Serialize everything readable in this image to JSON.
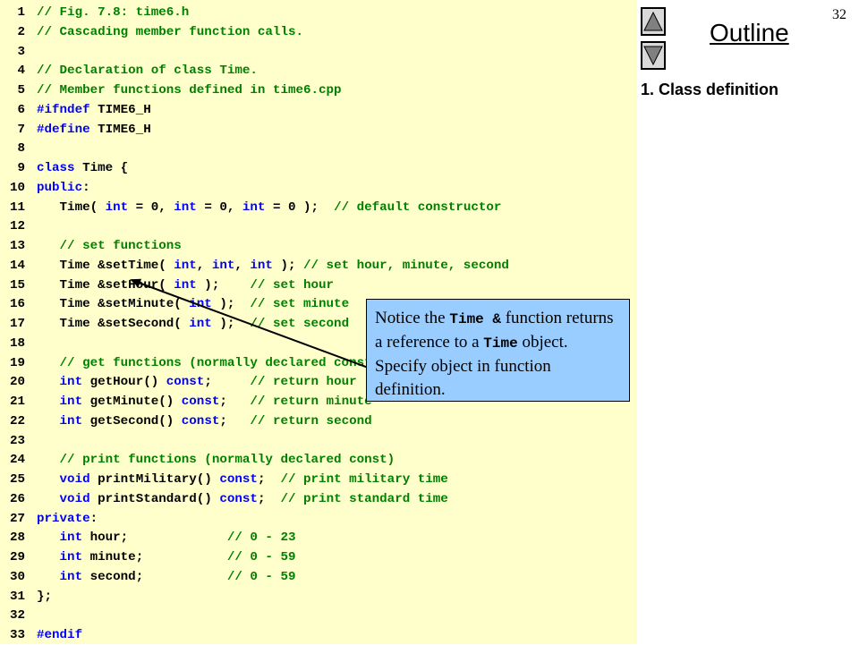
{
  "page_number": "32",
  "outline": {
    "title": "Outline",
    "items": [
      {
        "label": "1. Class definition"
      }
    ]
  },
  "colors": {
    "code_background": "#ffffcc",
    "comment": "#008000",
    "keyword": "#0000ff",
    "plain": "#000000",
    "callout_background": "#99ccff"
  },
  "callout": {
    "t1": "Notice the ",
    "m1": "Time &",
    "t2": " function returns a reference to a ",
    "m2": "Time",
    "t3": " object. Specify object in function definition."
  },
  "code_lines": [
    {
      "n": "1",
      "segs": [
        [
          "c",
          "// Fig. 7.8: time6.h"
        ]
      ]
    },
    {
      "n": "2",
      "segs": [
        [
          "c",
          "// Cascading member function calls."
        ]
      ]
    },
    {
      "n": "3",
      "segs": []
    },
    {
      "n": "4",
      "segs": [
        [
          "c",
          "// Declaration of class Time."
        ]
      ]
    },
    {
      "n": "5",
      "segs": [
        [
          "c",
          "// Member functions defined in time6.cpp"
        ]
      ]
    },
    {
      "n": "6",
      "segs": [
        [
          "k",
          "#ifndef"
        ],
        [
          "p",
          " TIME6_H"
        ]
      ]
    },
    {
      "n": "7",
      "segs": [
        [
          "k",
          "#define"
        ],
        [
          "p",
          " TIME6_H"
        ]
      ]
    },
    {
      "n": "8",
      "segs": []
    },
    {
      "n": "9",
      "segs": [
        [
          "k",
          "class"
        ],
        [
          "p",
          " Time {"
        ]
      ]
    },
    {
      "n": "10",
      "segs": [
        [
          "k",
          "public"
        ],
        [
          "p",
          ":"
        ]
      ]
    },
    {
      "n": "11",
      "segs": [
        [
          "p",
          "   Time( "
        ],
        [
          "k",
          "int"
        ],
        [
          "p",
          " = 0, "
        ],
        [
          "k",
          "int"
        ],
        [
          "p",
          " = 0, "
        ],
        [
          "k",
          "int"
        ],
        [
          "p",
          " = 0 );  "
        ],
        [
          "c",
          "// default constructor"
        ]
      ]
    },
    {
      "n": "12",
      "segs": []
    },
    {
      "n": "13",
      "segs": [
        [
          "c",
          "   // set functions"
        ]
      ]
    },
    {
      "n": "14",
      "segs": [
        [
          "p",
          "   Time &setTime( "
        ],
        [
          "k",
          "int"
        ],
        [
          "p",
          ", "
        ],
        [
          "k",
          "int"
        ],
        [
          "p",
          ", "
        ],
        [
          "k",
          "int"
        ],
        [
          "p",
          " ); "
        ],
        [
          "c",
          "// set hour, minute, second"
        ]
      ]
    },
    {
      "n": "15",
      "segs": [
        [
          "p",
          "   Time &setHour( "
        ],
        [
          "k",
          "int"
        ],
        [
          "p",
          " );    "
        ],
        [
          "c",
          "// set hour"
        ]
      ]
    },
    {
      "n": "16",
      "segs": [
        [
          "p",
          "   Time &setMinute( "
        ],
        [
          "k",
          "int"
        ],
        [
          "p",
          " );  "
        ],
        [
          "c",
          "// set minute"
        ]
      ]
    },
    {
      "n": "17",
      "segs": [
        [
          "p",
          "   Time &setSecond( "
        ],
        [
          "k",
          "int"
        ],
        [
          "p",
          " );  "
        ],
        [
          "c",
          "// set second"
        ]
      ]
    },
    {
      "n": "18",
      "segs": []
    },
    {
      "n": "19",
      "segs": [
        [
          "c",
          "   // get functions (normally declared const)"
        ]
      ]
    },
    {
      "n": "20",
      "segs": [
        [
          "p",
          "   "
        ],
        [
          "k",
          "int"
        ],
        [
          "p",
          " getHour() "
        ],
        [
          "k",
          "const"
        ],
        [
          "p",
          ";     "
        ],
        [
          "c",
          "// return hour"
        ]
      ]
    },
    {
      "n": "21",
      "segs": [
        [
          "p",
          "   "
        ],
        [
          "k",
          "int"
        ],
        [
          "p",
          " getMinute() "
        ],
        [
          "k",
          "const"
        ],
        [
          "p",
          ";   "
        ],
        [
          "c",
          "// return minute"
        ]
      ]
    },
    {
      "n": "22",
      "segs": [
        [
          "p",
          "   "
        ],
        [
          "k",
          "int"
        ],
        [
          "p",
          " getSecond() "
        ],
        [
          "k",
          "const"
        ],
        [
          "p",
          ";   "
        ],
        [
          "c",
          "// return second"
        ]
      ]
    },
    {
      "n": "23",
      "segs": []
    },
    {
      "n": "24",
      "segs": [
        [
          "c",
          "   // print functions (normally declared const)"
        ]
      ]
    },
    {
      "n": "25",
      "segs": [
        [
          "p",
          "   "
        ],
        [
          "k",
          "void"
        ],
        [
          "p",
          " printMilitary() "
        ],
        [
          "k",
          "const"
        ],
        [
          "p",
          ";  "
        ],
        [
          "c",
          "// print military time"
        ]
      ]
    },
    {
      "n": "26",
      "segs": [
        [
          "p",
          "   "
        ],
        [
          "k",
          "void"
        ],
        [
          "p",
          " printStandard() "
        ],
        [
          "k",
          "const"
        ],
        [
          "p",
          ";  "
        ],
        [
          "c",
          "// print standard time"
        ]
      ]
    },
    {
      "n": "27",
      "segs": [
        [
          "k",
          "private"
        ],
        [
          "p",
          ":"
        ]
      ]
    },
    {
      "n": "28",
      "segs": [
        [
          "p",
          "   "
        ],
        [
          "k",
          "int"
        ],
        [
          "p",
          " hour;             "
        ],
        [
          "c",
          "// 0 - 23"
        ]
      ]
    },
    {
      "n": "29",
      "segs": [
        [
          "p",
          "   "
        ],
        [
          "k",
          "int"
        ],
        [
          "p",
          " minute;           "
        ],
        [
          "c",
          "// 0 - 59"
        ]
      ]
    },
    {
      "n": "30",
      "segs": [
        [
          "p",
          "   "
        ],
        [
          "k",
          "int"
        ],
        [
          "p",
          " second;           "
        ],
        [
          "c",
          "// 0 - 59"
        ]
      ]
    },
    {
      "n": "31",
      "segs": [
        [
          "p",
          "};"
        ]
      ]
    },
    {
      "n": "32",
      "segs": []
    },
    {
      "n": "33",
      "segs": [
        [
          "k",
          "#endif"
        ]
      ]
    }
  ]
}
